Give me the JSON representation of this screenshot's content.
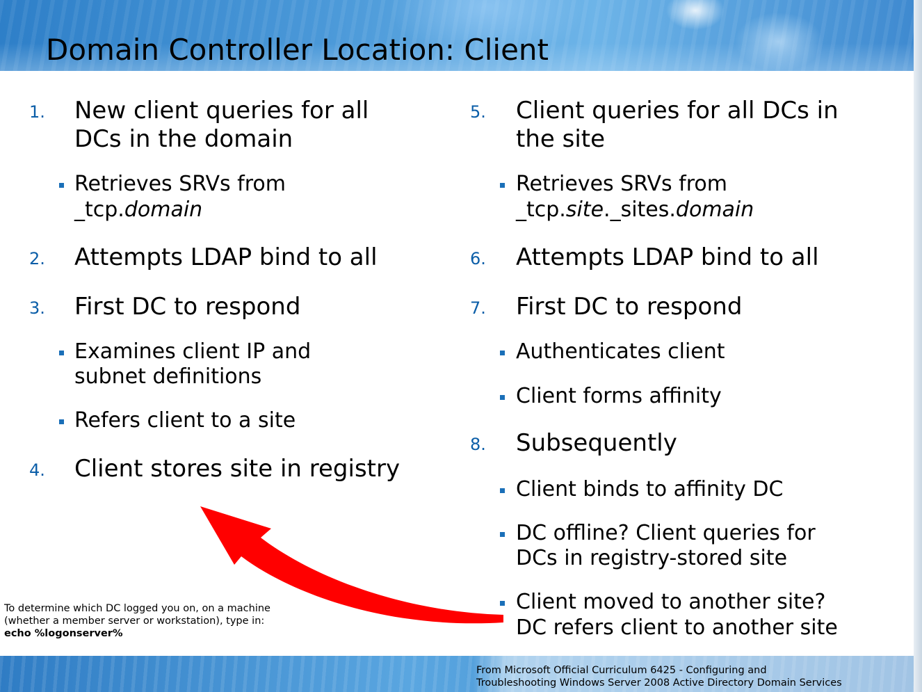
{
  "title": "Domain Controller Location: Client",
  "left": {
    "s1": {
      "num": "1.",
      "line1": "New client queries for all",
      "line2": "DCs in the domain"
    },
    "b1": {
      "line1": "Retrieves SRVs from",
      "prefix": "_tcp.",
      "italic": "domain"
    },
    "s2": {
      "num": "2.",
      "text": "Attempts LDAP bind to all"
    },
    "s3": {
      "num": "3.",
      "text": "First DC to respond"
    },
    "b3a": {
      "line1": "Examines client IP and",
      "line2": "subnet definitions"
    },
    "b3b": {
      "text": "Refers client to a site"
    },
    "s4": {
      "num": "4.",
      "text": "Client stores site in registry"
    }
  },
  "right": {
    "s5": {
      "num": "5.",
      "line1": "Client queries for all DCs in",
      "line2": "the site"
    },
    "b5": {
      "line1": "Retrieves SRVs from",
      "p1": "_tcp.",
      "i1": "site",
      "p2": "._sites.",
      "i2": "domain"
    },
    "s6": {
      "num": "6.",
      "text": "Attempts LDAP bind to all"
    },
    "s7": {
      "num": "7.",
      "text": "First DC to respond"
    },
    "b7a": {
      "text": "Authenticates client"
    },
    "b7b": {
      "text": "Client forms affinity"
    },
    "s8": {
      "num": "8.",
      "text": "Subsequently"
    },
    "b8a": {
      "text": "Client binds to affinity DC"
    },
    "b8b": {
      "line1": "DC offline? Client queries for",
      "line2": "DCs in registry-stored site"
    },
    "b8c": {
      "line1": "Client moved to another site?",
      "line2": "DC refers client to another site"
    }
  },
  "note": {
    "line1": "To determine which DC logged you on, on a machine",
    "line2": "(whether a member server or workstation), type in:",
    "command": "echo %logonserver%"
  },
  "credit": {
    "line1": "From Microsoft Official Curriculum 6425 - Configuring and",
    "line2": "Troubleshooting Windows Server 2008 Active Directory Domain Services"
  },
  "colors": {
    "accent": "#0b5ea8",
    "bullet": "#1a6fb8",
    "arrow": "#ff0000",
    "header_blue": "#3f8ad0"
  }
}
